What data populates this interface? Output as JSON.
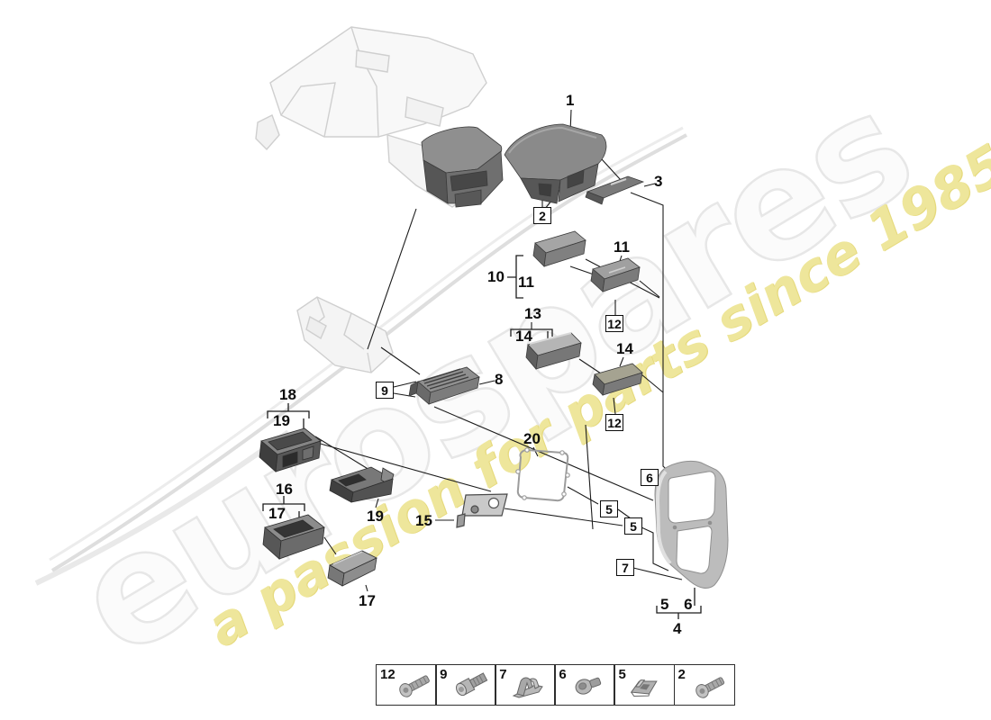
{
  "watermark": {
    "brand": "eurospares",
    "tagline": "a passion for parts since 1985",
    "brand_color": "#fbfbfb",
    "brand_outline": "#e7e7e7",
    "tagline_color": "#eee69b"
  },
  "diagram": {
    "description": "exploded parts diagram, console trim parts",
    "labels": [
      {
        "text": "1",
        "kind": "plain"
      },
      {
        "text": "2",
        "kind": "boxed"
      },
      {
        "text": "3",
        "kind": "plain"
      },
      {
        "text": "10",
        "kind": "plain"
      },
      {
        "text": "11",
        "kind": "plain"
      },
      {
        "text": "11",
        "kind": "plain"
      },
      {
        "text": "12",
        "kind": "boxed"
      },
      {
        "text": "13",
        "kind": "plain"
      },
      {
        "text": "14",
        "kind": "plain"
      },
      {
        "text": "14",
        "kind": "plain"
      },
      {
        "text": "12",
        "kind": "boxed"
      },
      {
        "text": "8",
        "kind": "plain"
      },
      {
        "text": "9",
        "kind": "boxed"
      },
      {
        "text": "18",
        "kind": "plain"
      },
      {
        "text": "19",
        "kind": "plain"
      },
      {
        "text": "20",
        "kind": "plain"
      },
      {
        "text": "6",
        "kind": "boxed"
      },
      {
        "text": "5",
        "kind": "boxed"
      },
      {
        "text": "5",
        "kind": "boxed"
      },
      {
        "text": "7",
        "kind": "boxed"
      },
      {
        "text": "16",
        "kind": "plain"
      },
      {
        "text": "17",
        "kind": "plain"
      },
      {
        "text": "19",
        "kind": "plain"
      },
      {
        "text": "15",
        "kind": "plain"
      },
      {
        "text": "17",
        "kind": "plain"
      },
      {
        "text": "5 6",
        "kind": "plain"
      },
      {
        "text": "4",
        "kind": "plain"
      }
    ]
  },
  "legend": {
    "items": [
      {
        "number": "12",
        "icon": "pan-head-screw-icon"
      },
      {
        "number": "9",
        "icon": "cap-head-screw-icon"
      },
      {
        "number": "7",
        "icon": "spring-clip-icon"
      },
      {
        "number": "6",
        "icon": "countersunk-screw-icon"
      },
      {
        "number": "5",
        "icon": "cage-nut-icon"
      },
      {
        "number": "2",
        "icon": "pan-head-screw-icon"
      }
    ]
  }
}
